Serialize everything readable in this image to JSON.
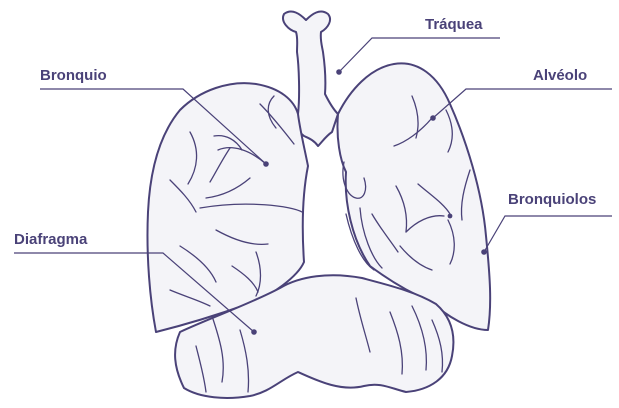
{
  "labels": {
    "traquea": "Tráquea",
    "bronquio": "Bronquio",
    "alveolo": "Alvéolo",
    "bronquiolos": "Bronquiolos",
    "diafragma": "Diafragma"
  },
  "colors": {
    "outline": "#4a4278",
    "fill": "#f4f4f8",
    "label_text": "#4a4278",
    "leader_line": "#4a4278"
  }
}
